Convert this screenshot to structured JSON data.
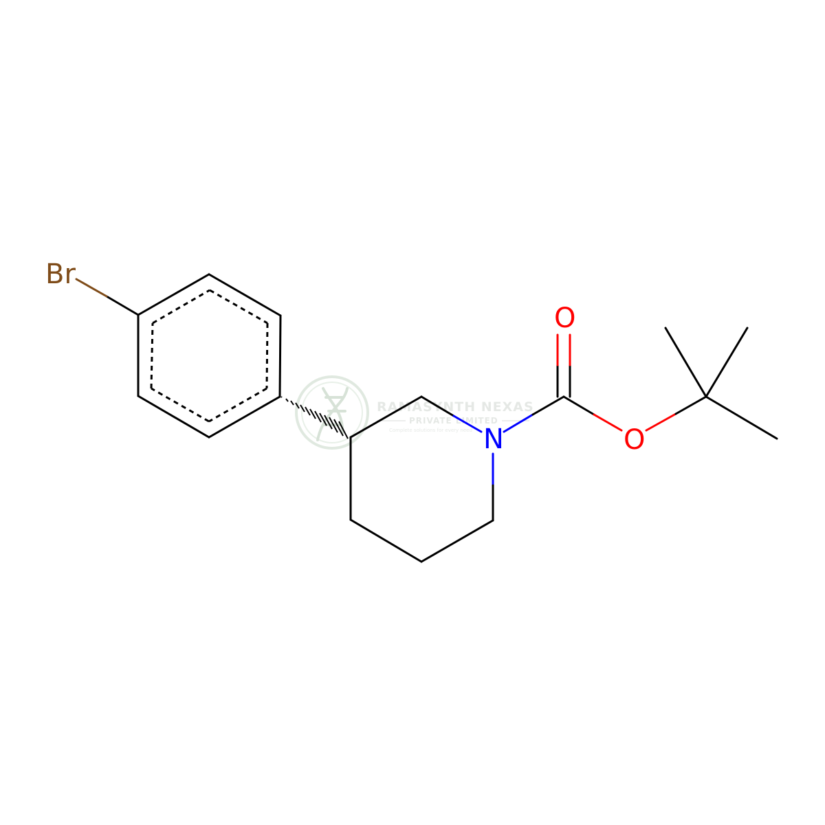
{
  "molecule": {
    "atoms": {
      "bromine": "Br",
      "nitrogen": "N",
      "carbonyl_oxygen": "O",
      "ester_oxygen": "O"
    },
    "colors": {
      "bond": "#000000",
      "bromine": "#7f4c19",
      "nitrogen": "#0000ff",
      "oxygen": "#ff0000"
    }
  },
  "watermark": {
    "title": "RAMASYNTH NEXAS",
    "subtitle": "PRIVATE LIMITED",
    "tagline": "Complete solutions for every need",
    "color": "#c8d8c8",
    "logo_icon": "leaf-dna-logo-icon"
  }
}
